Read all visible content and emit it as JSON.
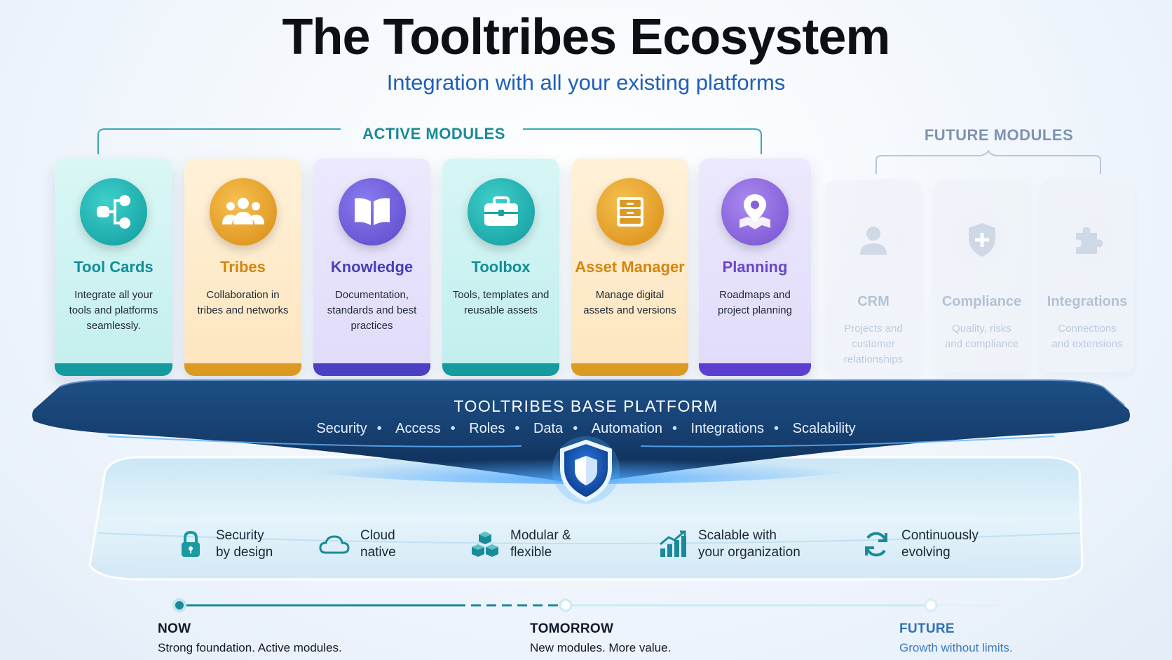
{
  "title": "The Tooltribes Ecosystem",
  "subtitle": "Integration with all your existing platforms",
  "active_label": "ACTIVE MODULES",
  "future_label": "FUTURE MODULES",
  "active_modules": [
    {
      "name": "Tool Cards",
      "desc": "Integrate all your tools and platforms seamlessly.",
      "icon": "network-icon",
      "color": "#14a8a8"
    },
    {
      "name": "Tribes",
      "desc": "Collaboration in tribes and networks",
      "icon": "people-icon",
      "color": "#e3a028"
    },
    {
      "name": "Knowledge",
      "desc": "Documentation, standards and best practices",
      "icon": "book-icon",
      "color": "#6a5acd"
    },
    {
      "name": "Toolbox",
      "desc": "Tools, templates and reusable assets",
      "icon": "toolbox-icon",
      "color": "#19a9a9"
    },
    {
      "name": "Asset Manager",
      "desc": "Manage digital assets and versions",
      "icon": "cabinet-icon",
      "color": "#e59a1f"
    },
    {
      "name": "Planning",
      "desc": "Roadmaps and project planning",
      "icon": "map-pin-icon",
      "color": "#8461d6"
    }
  ],
  "future_modules": [
    {
      "name": "CRM",
      "desc": "Projects and customer relationships",
      "icon": "user-icon"
    },
    {
      "name": "Compliance",
      "desc": "Quality, risks and compliance",
      "icon": "shield-plus-icon"
    },
    {
      "name": "Integrations",
      "desc": "Connections and extensions",
      "icon": "puzzle-icon"
    }
  ],
  "platform": {
    "title": "TOOLTRIBES BASE PLATFORM",
    "features": [
      "Security",
      "Access",
      "Roles",
      "Data",
      "Automation",
      "Integrations",
      "Scalability"
    ],
    "icon": "shield-icon"
  },
  "traits": [
    {
      "line1": "Security",
      "line2": "by design",
      "icon": "lock-icon"
    },
    {
      "line1": "Cloud",
      "line2": "native",
      "icon": "cloud-icon"
    },
    {
      "line1": "Modular &",
      "line2": "flexible",
      "icon": "cubes-icon"
    },
    {
      "line1": "Scalable with",
      "line2": "your organization",
      "icon": "growth-chart-icon"
    },
    {
      "line1": "Continuously",
      "line2": "evolving",
      "icon": "refresh-icon"
    }
  ],
  "phases": [
    {
      "name": "NOW",
      "desc": "Strong foundation. Active modules."
    },
    {
      "name": "TOMORROW",
      "desc": "New modules. More value."
    },
    {
      "name": "FUTURE",
      "desc": "Growth without limits."
    }
  ],
  "colors": {
    "accent_teal": "#1a8a98",
    "title_blue": "#1f5fb8",
    "platform_dark": "#14365f",
    "future_muted": "#9eb0c8"
  }
}
